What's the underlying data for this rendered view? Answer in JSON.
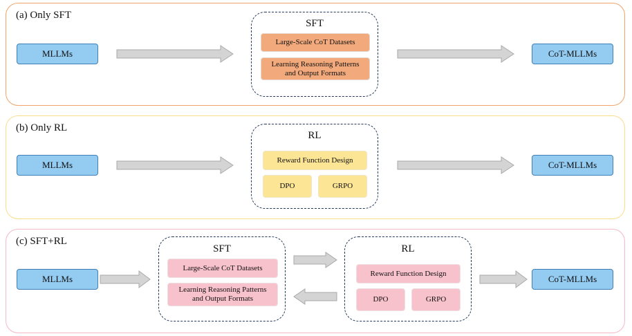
{
  "colors": {
    "panel_a_border": "#f2a36a",
    "panel_b_border": "#f8dd8a",
    "panel_c_border": "#f6b9c7",
    "model_fill": "#93cbf1",
    "model_border": "#3f7fb8",
    "sft_chip": "#f2aa7c",
    "rl_chip": "#fde596",
    "mixed_chip": "#f8c2cc",
    "arrow_fill": "#d4d4d4",
    "arrow_stroke": "#a9a9a9",
    "stage_border": "#24385a"
  },
  "panel_a": {
    "title": "(a) Only SFT",
    "input": "MLLMs",
    "output": "CoT-MLLMs",
    "sft": {
      "title": "SFT",
      "items": [
        "Large-Scale CoT Datasets",
        "Learning Reasoning Patterns\nand Output Formats"
      ]
    }
  },
  "panel_b": {
    "title": "(b) Only RL",
    "input": "MLLMs",
    "output": "CoT-MLLMs",
    "rl": {
      "title": "RL",
      "reward": "Reward Function Design",
      "methods": [
        "DPO",
        "GRPO"
      ]
    }
  },
  "panel_c": {
    "title": "(c) SFT+RL",
    "input": "MLLMs",
    "output": "CoT-MLLMs",
    "sft": {
      "title": "SFT",
      "items": [
        "Large-Scale CoT Datasets",
        "Learning Reasoning Patterns\nand Output Formats"
      ]
    },
    "rl": {
      "title": "RL",
      "reward": "Reward Function Design",
      "methods": [
        "DPO",
        "GRPO"
      ]
    }
  }
}
